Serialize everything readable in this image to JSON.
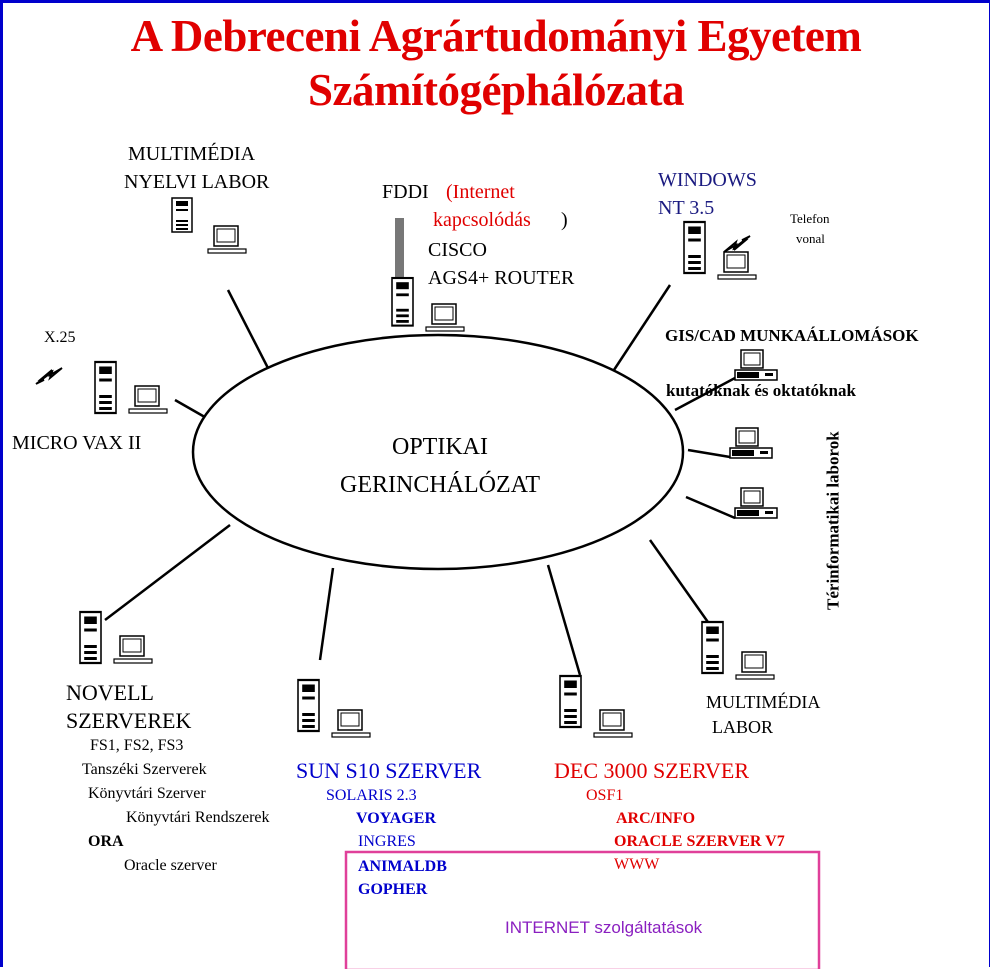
{
  "title": {
    "line1": "A Debreceni Agrártudományi Egyetem",
    "line2": "Számítógéphálózata",
    "color": "#e00000"
  },
  "backbone": {
    "line1": "OPTIKAI",
    "line2": "GERINCHÁLÓZAT"
  },
  "nodes": {
    "multimedia_nyelvi": {
      "line1": "MULTIMÉDIA",
      "line2": "NYELVI LABOR"
    },
    "router": {
      "fddi": "FDDI",
      "internet_1": "(Internet",
      "internet_2": "kapcsolódás",
      "internet_close": ")",
      "cisco_1": "CISCO",
      "cisco_2": "AGS4+ ROUTER"
    },
    "windows_nt": {
      "line1": "WINDOWS",
      "line2": "NT 3.5",
      "phone_1": "Telefon",
      "phone_2": "vonal"
    },
    "microvax": {
      "x25": "X.25",
      "label": "MICRO VAX II"
    },
    "gis": {
      "line1": "GIS/CAD MUNKAÁLLOMÁSOK",
      "line2": "kutatóknak és oktatóknak"
    },
    "terinformatikai": {
      "label": "Térinformatikai laborok"
    },
    "novell": {
      "line1": "NOVELL",
      "line2": "SZERVEREK",
      "sub": [
        "FS1, FS2, FS3",
        "Tanszéki Szerverek",
        "Könyvtári  Szerver",
        "Könyvtári Rendszerek",
        "ORA",
        "Oracle szerver"
      ]
    },
    "sun": {
      "label": "SUN S10 SZERVER",
      "sub": [
        "SOLARIS 2.3",
        "VOYAGER",
        "INGRES",
        "ANIMALDB",
        "GOPHER"
      ]
    },
    "dec": {
      "label": "DEC 3000 SZERVER",
      "sub": [
        "OSF1",
        "ARC/INFO",
        "ORACLE SZERVER V7",
        "WWW"
      ]
    },
    "multimedia_labor": {
      "line1": "MULTIMÉDIA",
      "line2": "LABOR"
    }
  },
  "internet_services": {
    "label": "INTERNET szolgáltatások",
    "box_color": "#e0409a",
    "text_color": "#8a1fc0"
  },
  "colors": {
    "red": "#e00000",
    "blue": "#0000cc",
    "purple": "#8a1fc0",
    "pink": "#e0409a"
  }
}
